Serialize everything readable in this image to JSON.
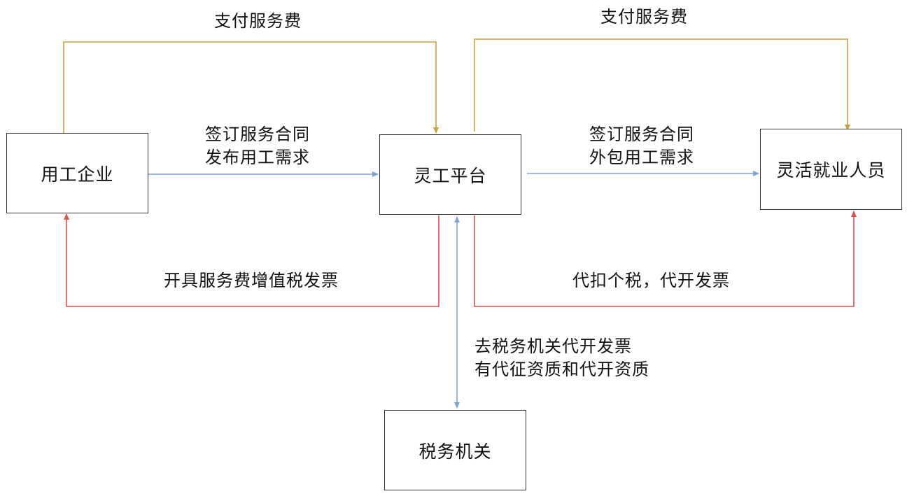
{
  "nodes": {
    "employer": "用工企业",
    "platform": "灵工平台",
    "workers": "灵活就业人员",
    "tax_bureau": "税务机关"
  },
  "edges": {
    "pay_fee_left": "支付服务费",
    "pay_fee_right": "支付服务费",
    "contract_left": [
      "签订服务合同",
      "发布用工需求"
    ],
    "contract_right": [
      "签订服务合同",
      "外包用工需求"
    ],
    "invoice_vat": "开具服务费增值税发票",
    "withhold_tax": "代扣个税，代开发票",
    "tax_agency": [
      "去税务机关代开发票",
      "有代征资质和代开资质"
    ]
  },
  "colors": {
    "payment": "#c8a43c",
    "flow": "#7ba6d4",
    "invoice": "#d9534f",
    "border": "#333333"
  }
}
